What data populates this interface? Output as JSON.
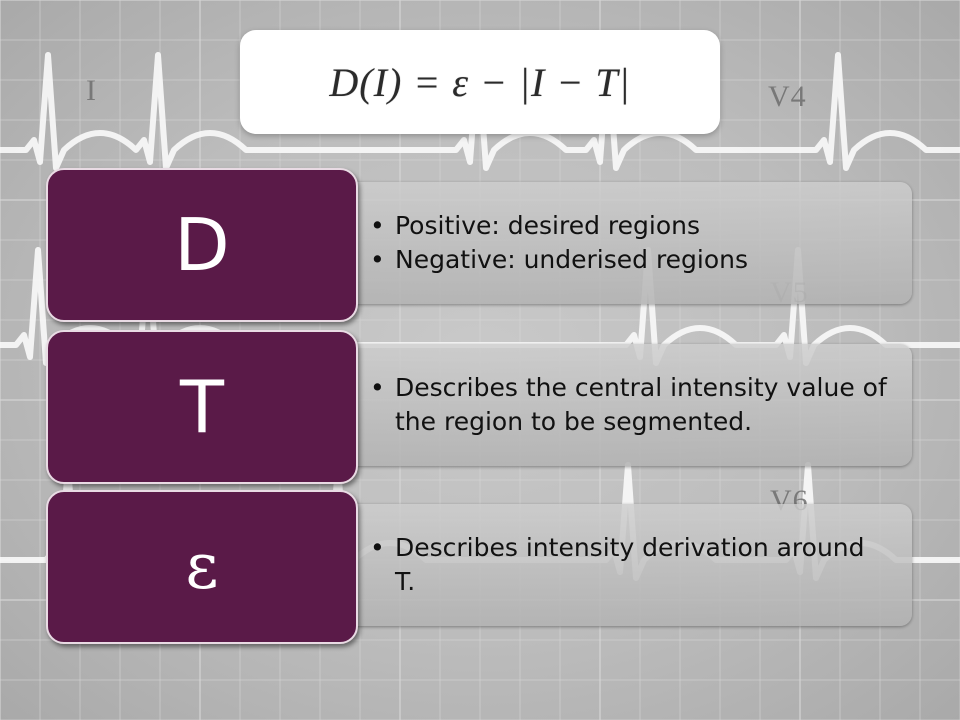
{
  "formula": "D(I) = ε − |I − T|",
  "background_labels": [
    "I",
    "V4",
    "V5",
    "V6"
  ],
  "rows": [
    {
      "term": "D",
      "bullets": [
        "Positive: desired regions",
        "Negative: underised regions"
      ]
    },
    {
      "term": "T",
      "bullets": [
        "Describes the central intensity value of the region to be segmented."
      ]
    },
    {
      "term": "ε",
      "bullets": [
        "Describes intensity derivation around T."
      ]
    }
  ],
  "colors": {
    "term_box": "#5a1a48",
    "term_border": "#e9dbe4",
    "panel": "#c4c4c4",
    "background": "#bdbdbd",
    "grid": "#d8d8d8"
  }
}
